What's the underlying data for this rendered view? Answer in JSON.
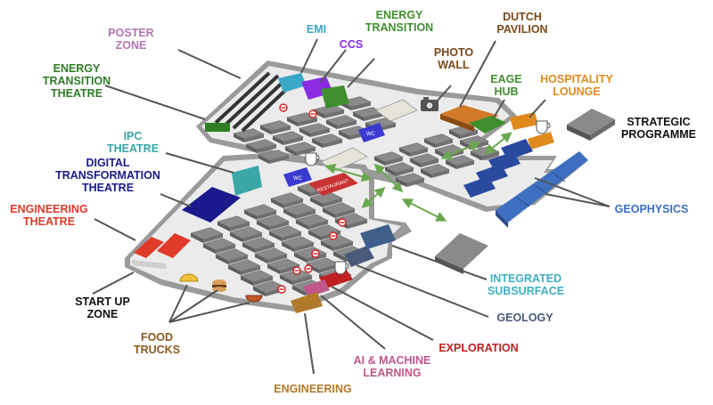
{
  "colors": {
    "hall_floor": "#eaeaea",
    "hall_wall": "#9a9a9a",
    "booth_top": "#8a8a8a",
    "booth_front": "#5e5e5e",
    "leader_line": "#555555",
    "arrow": "#6aa84f",
    "poster_zone": "#b276b2",
    "emi": "#3aa7c6",
    "ccs": "#8a2be2",
    "energy_transition": "#3f8f2f",
    "energy_transition_theatre": "#2f7d25",
    "photo_wall": "#7a4a1a",
    "dutch_pavilion": "#7a4a1a",
    "eage_hub": "#3f8f2f",
    "hospitality_lounge": "#e08a1e",
    "strategic_programme": "#111111",
    "ipc_theatre": "#3aa7a7",
    "digital_transformation_theatre": "#1a1a8c",
    "engineering_theatre": "#e03a2a",
    "start_up_zone": "#111111",
    "food_trucks": "#8b5a1e",
    "engineering": "#b07a2a",
    "ai_machine_learning": "#c0578a",
    "exploration": "#c02020",
    "geology": "#4a5a7a",
    "integrated_subsurface": "#3fb0c0",
    "geophysics": "#3a6fc0",
    "restaurant": "#c83232",
    "wc": "#3a3ad0"
  },
  "labels": {
    "poster_zone": [
      "POSTER",
      "ZONE"
    ],
    "emi": [
      "EMI"
    ],
    "ccs": [
      "CCS"
    ],
    "energy_transition": [
      "ENERGY",
      "TRANSITION"
    ],
    "photo_wall": [
      "PHOTO",
      "WALL"
    ],
    "dutch_pavilion": [
      "DUTCH",
      "PAVILION"
    ],
    "eage_hub": [
      "EAGE",
      "HUB"
    ],
    "hospitality_lounge": [
      "HOSPITALITY",
      "LOUNGE"
    ],
    "strategic_programme": [
      "STRATEGIC",
      "PROGRAMME"
    ],
    "energy_transition_theatre": [
      "ENERGY",
      "TRANSITION",
      "THEATRE"
    ],
    "ipc_theatre": [
      "IPC",
      "THEATRE"
    ],
    "digital_transformation_theatre": [
      "DIGITAL",
      "TRANSFORMATION",
      "THEATRE"
    ],
    "engineering_theatre": [
      "ENGINEERING",
      "THEATRE"
    ],
    "geophysics": [
      "GEOPHYSICS"
    ],
    "integrated_subsurface": [
      "INTEGRATED",
      "SUBSURFACE"
    ],
    "geology": [
      "GEOLOGY"
    ],
    "exploration": [
      "EXPLORATION"
    ],
    "ai_machine_learning": [
      "AI & MACHINE",
      "LEARNING"
    ],
    "engineering": [
      "ENGINEERING"
    ],
    "food_trucks": [
      "FOOD",
      "TRUCKS"
    ],
    "start_up_zone": [
      "START UP",
      "ZONE"
    ]
  },
  "map_text": {
    "wc_upper": "WC",
    "wc_lower": "WC",
    "restaurant": "RESTAURANT"
  }
}
